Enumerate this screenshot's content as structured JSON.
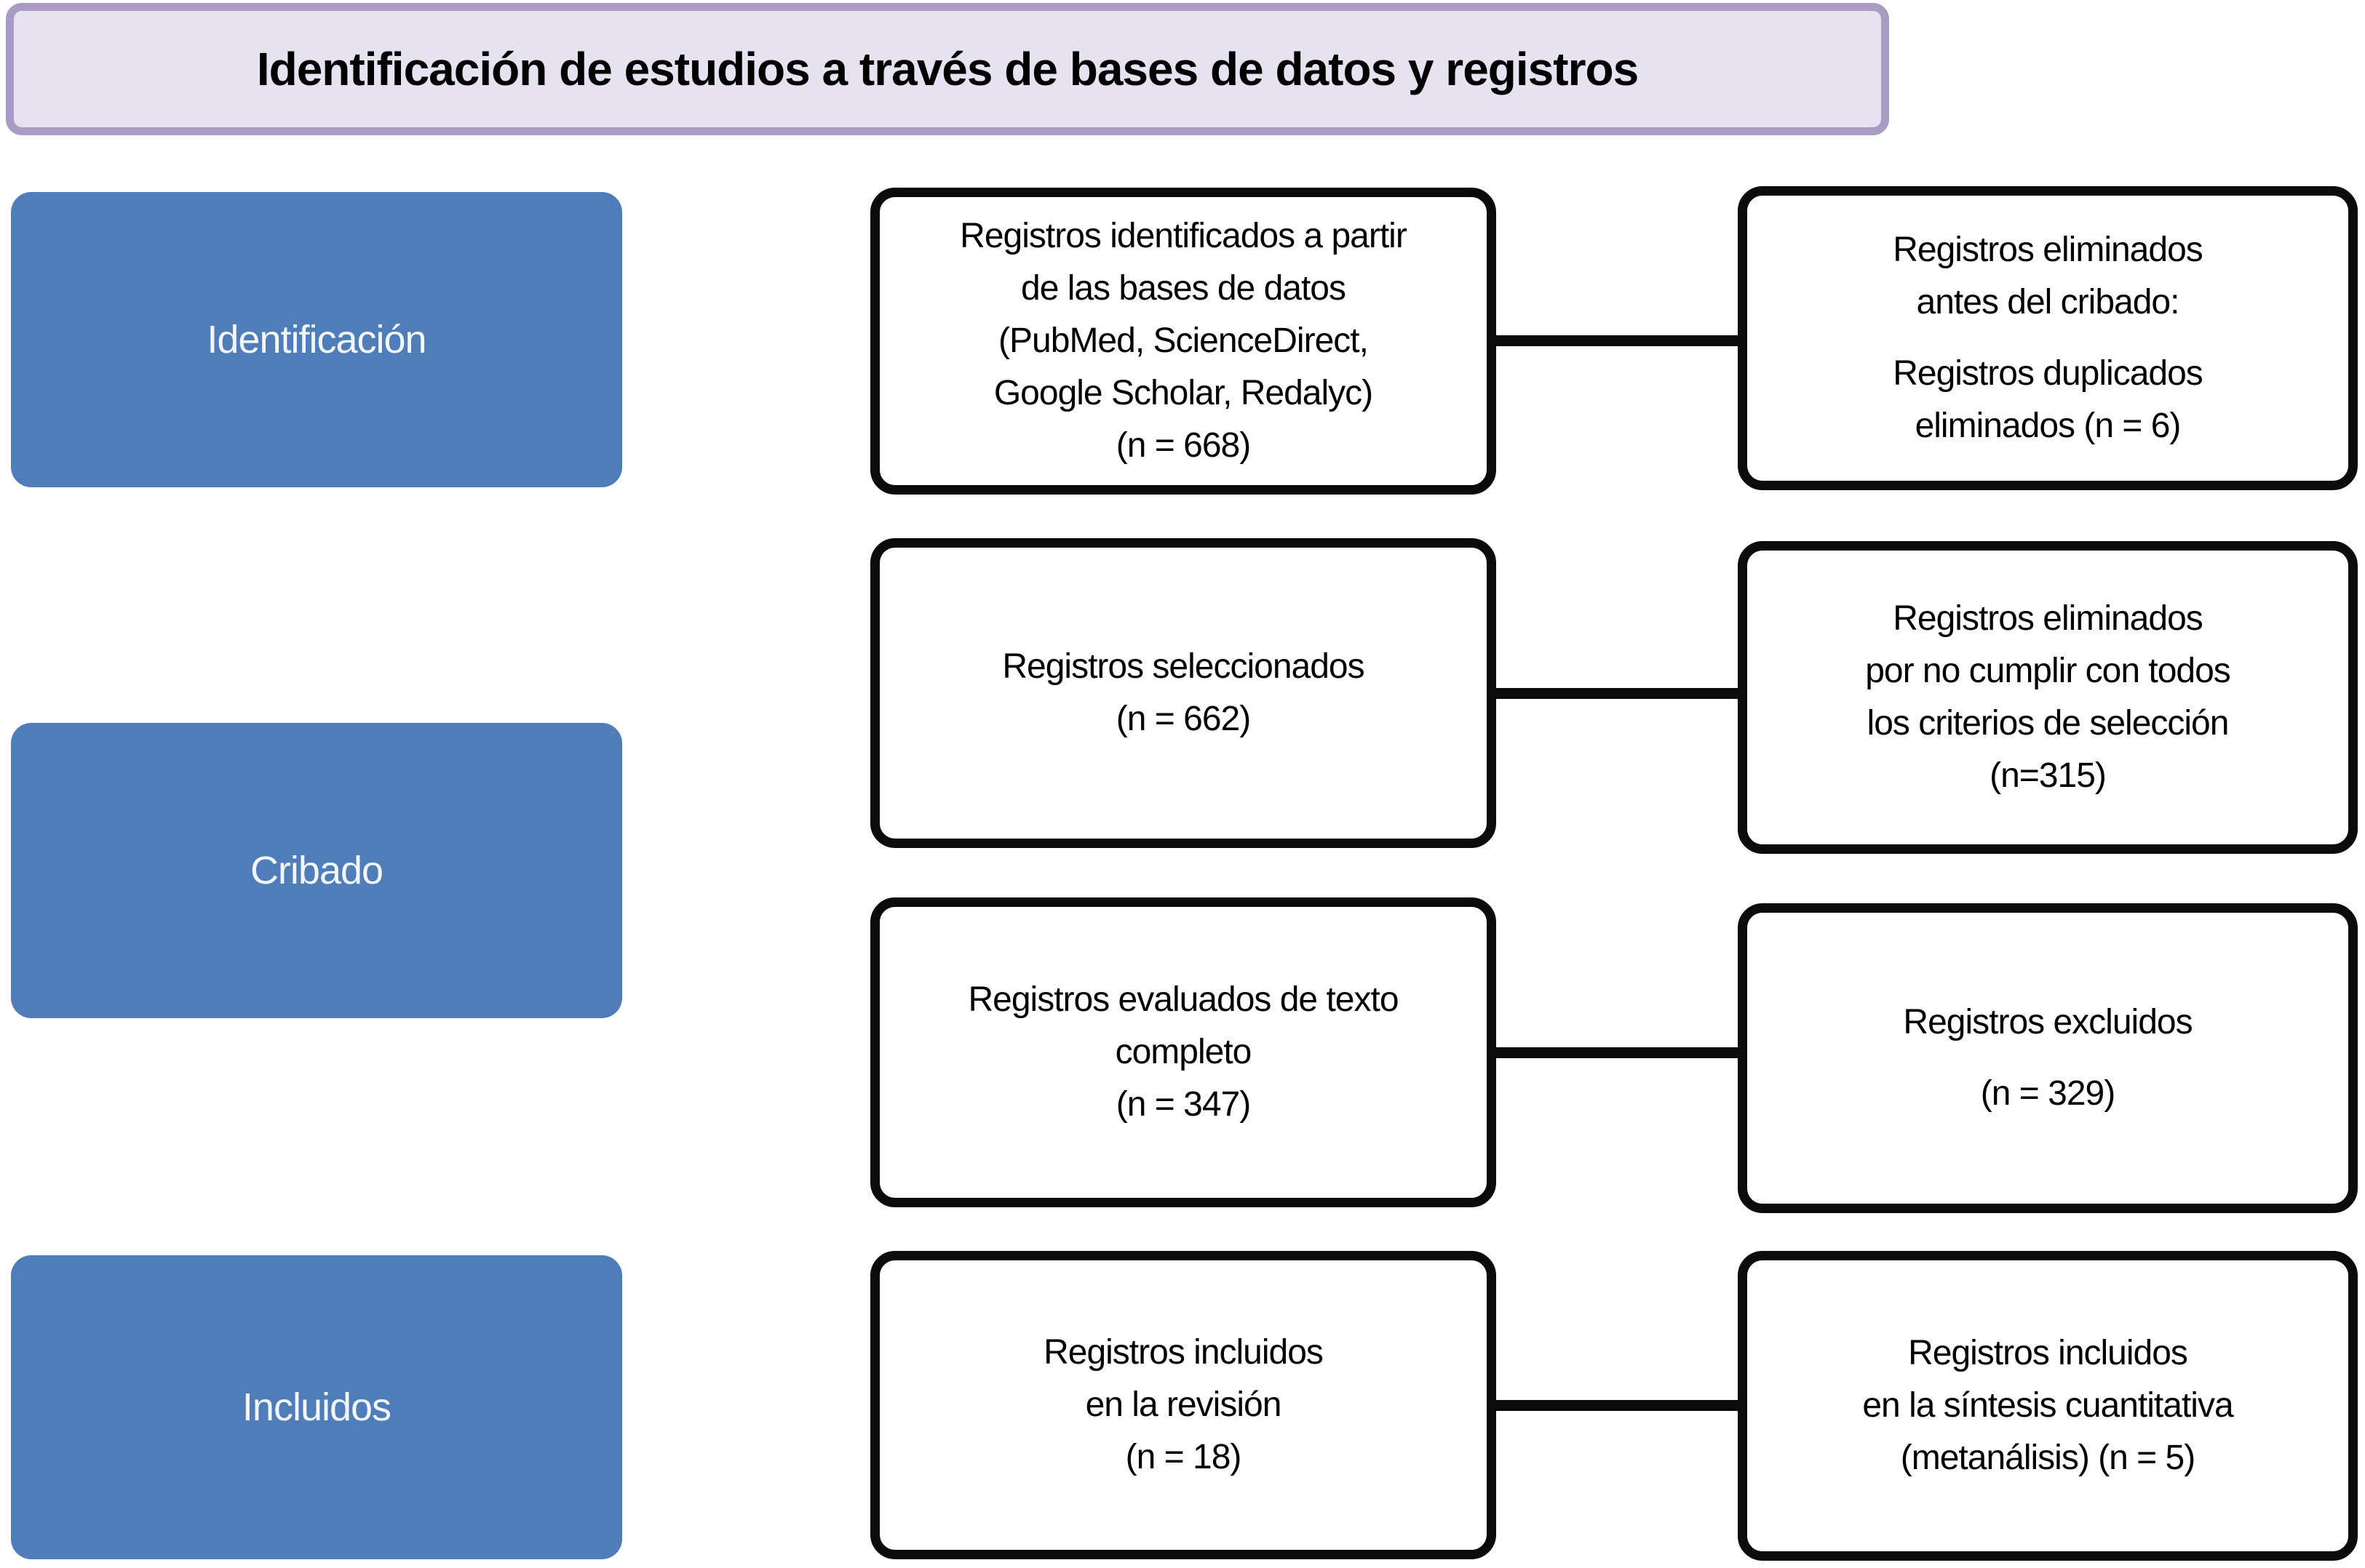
{
  "title": {
    "text": "Identificación de estudios a través de bases de datos y registros"
  },
  "colors": {
    "stage_blue": "#4e7dba",
    "banner_fill": "#e7e2ef",
    "banner_border": "#a89cc4",
    "box_border": "#0b0b0b",
    "connector": "#0b0b0b"
  },
  "stages": [
    {
      "label": "Identificación"
    },
    {
      "label": "Cribado"
    },
    {
      "label": "Incluidos"
    }
  ],
  "boxes": {
    "identified": {
      "lines": [
        "Registros identificados a partir",
        "de las bases de datos",
        "(PubMed, ScienceDirect,",
        "Google Scholar, Redalyc)",
        "(n = 668)"
      ]
    },
    "removed_before_screening": {
      "para1": [
        "Registros eliminados",
        "antes del cribado:"
      ],
      "para2": [
        "Registros duplicados",
        "eliminados (n = 6)"
      ]
    },
    "screened": {
      "lines": [
        "Registros seleccionados",
        "(n = 662)"
      ]
    },
    "excluded_criteria": {
      "lines": [
        "Registros eliminados",
        "por no cumplir con todos",
        "los criterios de selección",
        "(n=315)"
      ]
    },
    "fulltext_assessed": {
      "lines": [
        "Registros evaluados de texto",
        "completo",
        "(n = 347)"
      ]
    },
    "excluded": {
      "para1": [
        "Registros excluidos"
      ],
      "para2": [
        "(n = 329)"
      ]
    },
    "included_review": {
      "lines": [
        "Registros incluidos",
        "en la revisión",
        "(n = 18)"
      ]
    },
    "included_meta": {
      "lines": [
        "Registros incluidos",
        "en la síntesis cuantitativa",
        "(metanálisis) (n = 5)"
      ]
    }
  }
}
